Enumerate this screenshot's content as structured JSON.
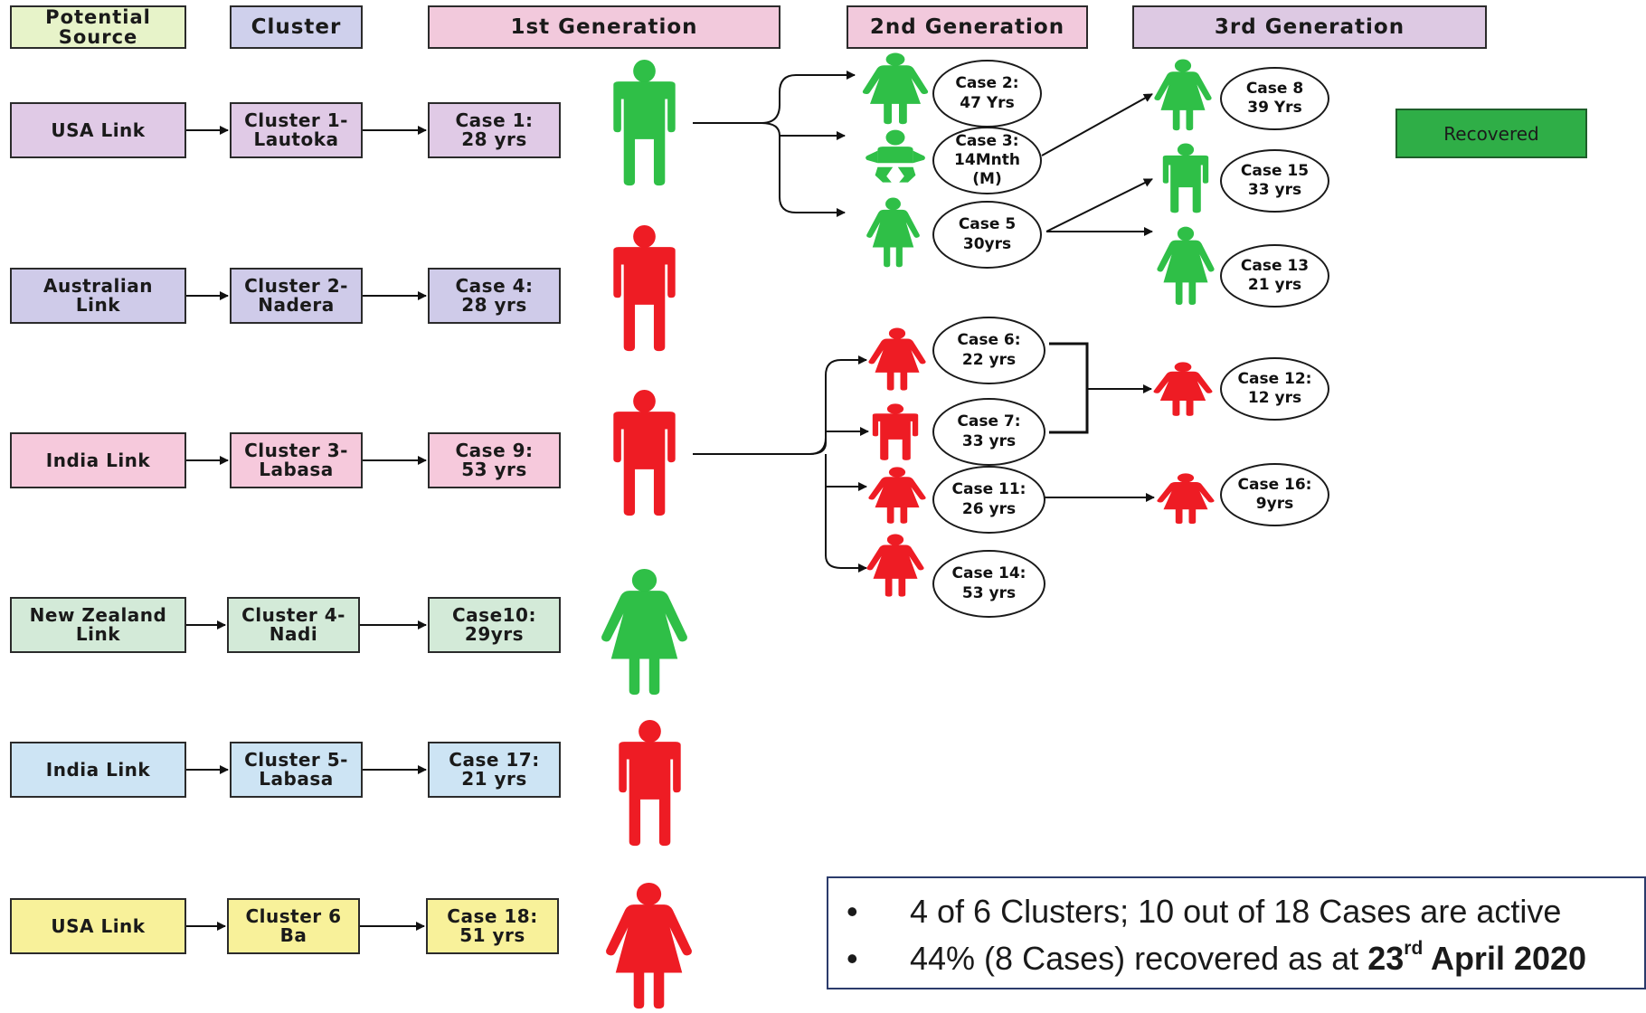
{
  "headers": {
    "source": "Potential\nSource",
    "cluster": "Cluster",
    "gen1": "1st Generation",
    "gen2": "2nd Generation",
    "gen3": "3rd Generation"
  },
  "rows": [
    {
      "source": "USA Link",
      "cluster": "Cluster 1-\nLautoka",
      "case": "Case 1:\n28 yrs"
    },
    {
      "source": "Australian\nLink",
      "cluster": "Cluster 2-\nNadera",
      "case": "Case 4:\n28 yrs"
    },
    {
      "source": "India Link",
      "cluster": "Cluster 3-\nLabasa",
      "case": "Case 9:\n53 yrs"
    },
    {
      "source": "New Zealand\nLink",
      "cluster": "Cluster 4-\nNadi",
      "case": "Case10:\n29yrs"
    },
    {
      "source": "India Link",
      "cluster": "Cluster 5-\nLabasa",
      "case": "Case 17:\n21 yrs"
    },
    {
      "source": "USA Link",
      "cluster": "Cluster 6\nBa",
      "case": "Case 18:\n51 yrs"
    }
  ],
  "gen1_figures": [
    {
      "gender": "male",
      "color": "#2fbf47",
      "status": "recovered"
    },
    {
      "gender": "male",
      "color": "#ee1c24",
      "status": "active"
    },
    {
      "gender": "male",
      "color": "#ee1c24",
      "status": "active"
    },
    {
      "gender": "female",
      "color": "#2fbf47",
      "status": "recovered"
    },
    {
      "gender": "male",
      "color": "#ee1c24",
      "status": "active"
    },
    {
      "gender": "female",
      "color": "#ee1c24",
      "status": "active"
    }
  ],
  "gen2": [
    {
      "label": "Case 2:\n47 Yrs",
      "gender": "female",
      "color": "#2fbf47"
    },
    {
      "label": "Case 3:\n14Mnth\n(M)",
      "gender": "baby",
      "color": "#2fbf47"
    },
    {
      "label": "Case 5\n30yrs",
      "gender": "female",
      "color": "#2fbf47"
    },
    {
      "label": "Case 6:\n22 yrs",
      "gender": "female",
      "color": "#ee1c24"
    },
    {
      "label": "Case 7:\n33 yrs",
      "gender": "male",
      "color": "#ee1c24"
    },
    {
      "label": "Case 11:\n26 yrs",
      "gender": "female",
      "color": "#ee1c24"
    },
    {
      "label": "Case 14:\n53 yrs",
      "gender": "female",
      "color": "#ee1c24"
    }
  ],
  "gen3": [
    {
      "label": "Case 8\n39 Yrs",
      "gender": "female",
      "color": "#2fbf47"
    },
    {
      "label": "Case 15\n33 yrs",
      "gender": "male",
      "color": "#2fbf47"
    },
    {
      "label": "Case 13\n21 yrs",
      "gender": "female",
      "color": "#2fbf47"
    },
    {
      "label": "Case 12:\n12 yrs",
      "gender": "female",
      "color": "#ee1c24"
    },
    {
      "label": "Case 16:\n9yrs",
      "gender": "female",
      "color": "#ee1c24"
    }
  ],
  "legend": {
    "label": "Recovered",
    "color": "#2fae47"
  },
  "summary": {
    "bullet": "•",
    "line1": "4 of 6 Clusters; 10 out of 18 Cases are active",
    "line2_prefix": "44% (8 Cases) recovered as at ",
    "date_day": "23",
    "date_suffix": "rd",
    "date_rest": " April 2020"
  },
  "colors": {
    "recovered": "#2fbf47",
    "active": "#ee1c24"
  }
}
